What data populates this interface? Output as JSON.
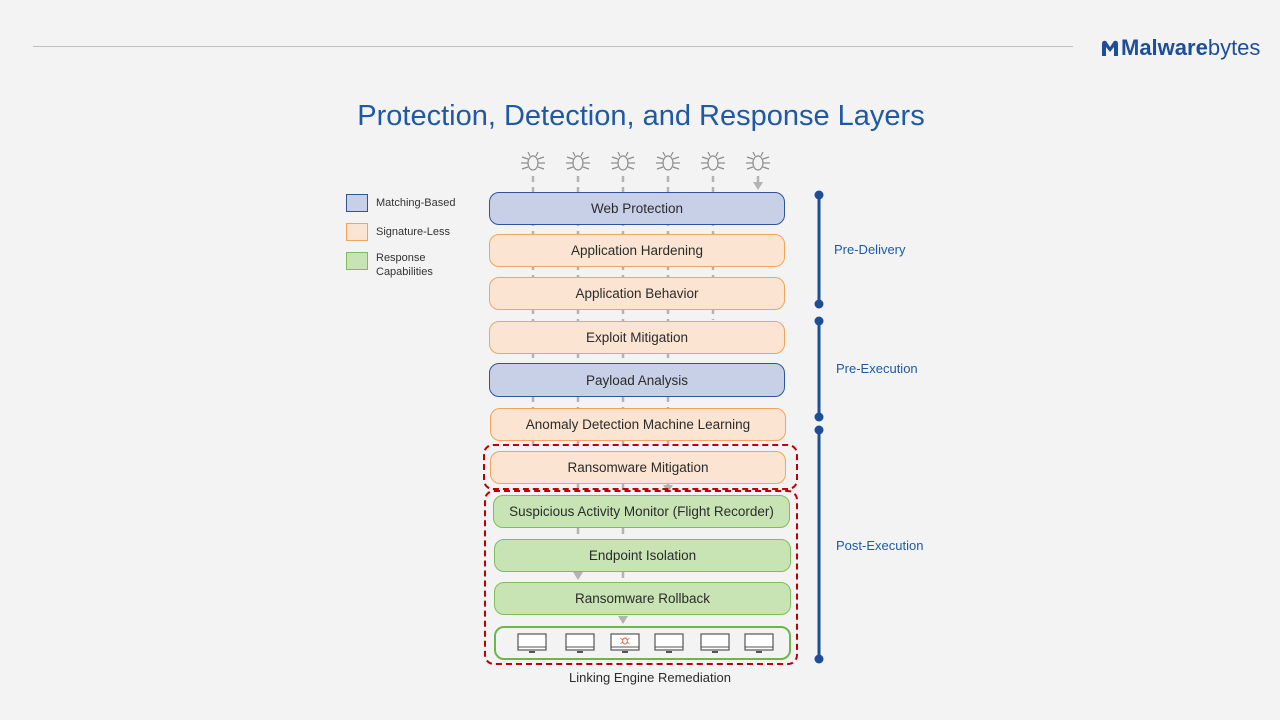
{
  "brand": {
    "name_bold": "Malware",
    "name_light": "bytes"
  },
  "title": "Protection, Detection, and Response Layers",
  "legend": [
    {
      "label": "Matching-Based",
      "color": "#c7d0e6",
      "border": "#2f5597"
    },
    {
      "label": "Signature-Less",
      "color": "#fbe4d1",
      "border": "#f0a55a"
    },
    {
      "label": "Response Capabilities",
      "color": "#c9e4b4",
      "border": "#7fbd5b"
    }
  ],
  "layers": [
    {
      "label": "Web Protection",
      "kind": "matching"
    },
    {
      "label": "Application Hardening",
      "kind": "signature-less"
    },
    {
      "label": "Application Behavior",
      "kind": "signature-less"
    },
    {
      "label": "Exploit Mitigation",
      "kind": "signature-less"
    },
    {
      "label": "Payload Analysis",
      "kind": "matching"
    },
    {
      "label": "Anomaly Detection Machine Learning",
      "kind": "signature-less"
    },
    {
      "label": "Ransomware Mitigation",
      "kind": "signature-less"
    },
    {
      "label": "Suspicious Activity Monitor (Flight Recorder)",
      "kind": "response"
    },
    {
      "label": "Endpoint Isolation",
      "kind": "response"
    },
    {
      "label": "Ransomware Rollback",
      "kind": "response"
    }
  ],
  "phases": [
    "Pre-Delivery",
    "Pre-Execution",
    "Post-Execution"
  ],
  "caption": "Linking Engine Remediation",
  "colors": {
    "accent": "#1f59a6",
    "phase_line": "#1f4e99",
    "highlight": "#c00000",
    "infected": "#e05a2a"
  }
}
